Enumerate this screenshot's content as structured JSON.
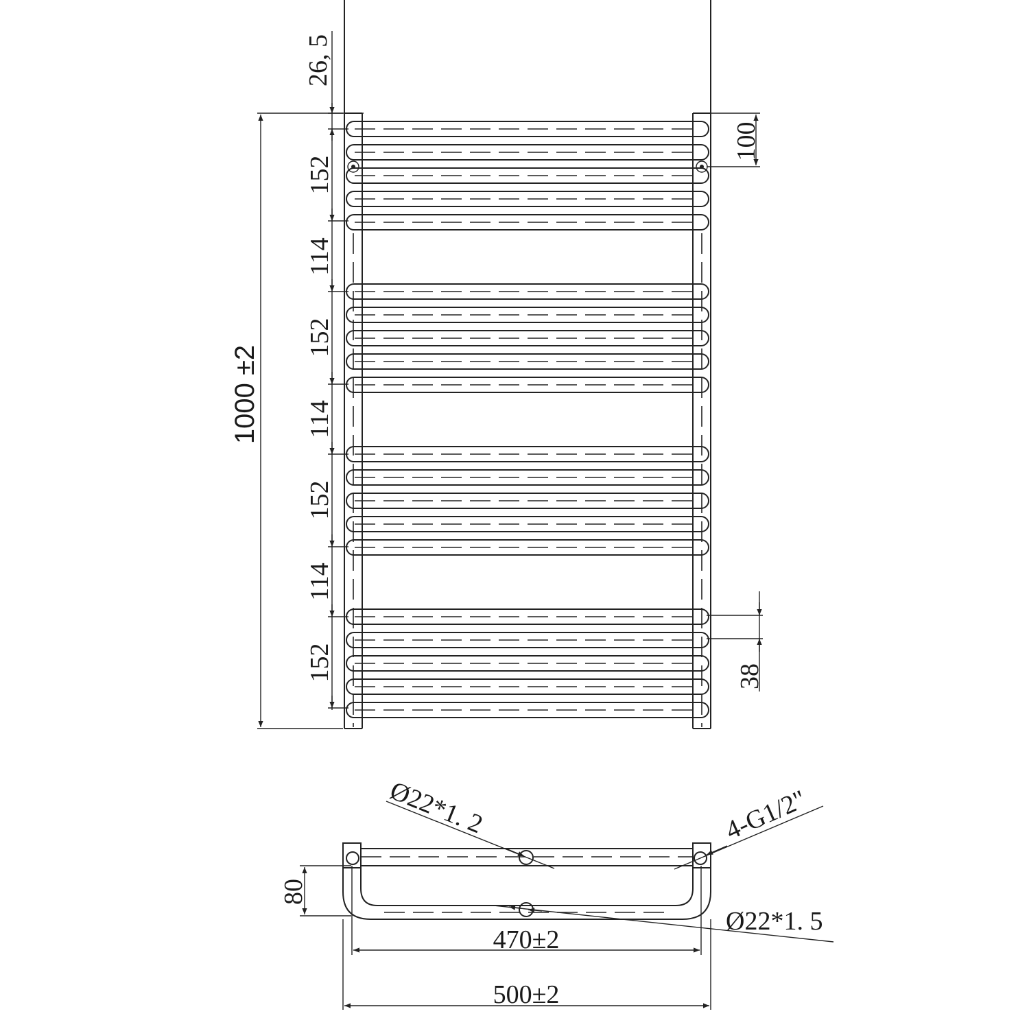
{
  "dimensions": {
    "top_offset": "26, 5",
    "group_span": "152",
    "group_gap": "114",
    "total_height": "1000 ±2",
    "side_offset": "100",
    "tube_pitch": "38",
    "depth": "80",
    "inner_width": "470±2",
    "outer_width": "500±2"
  },
  "callouts": {
    "tube_front": "Ø22*1. 2",
    "tube_rear": "Ø22*1. 5",
    "connections": "4-G1/2\""
  },
  "layout": {
    "bar_groups": 4,
    "bars_per_group": 5
  }
}
